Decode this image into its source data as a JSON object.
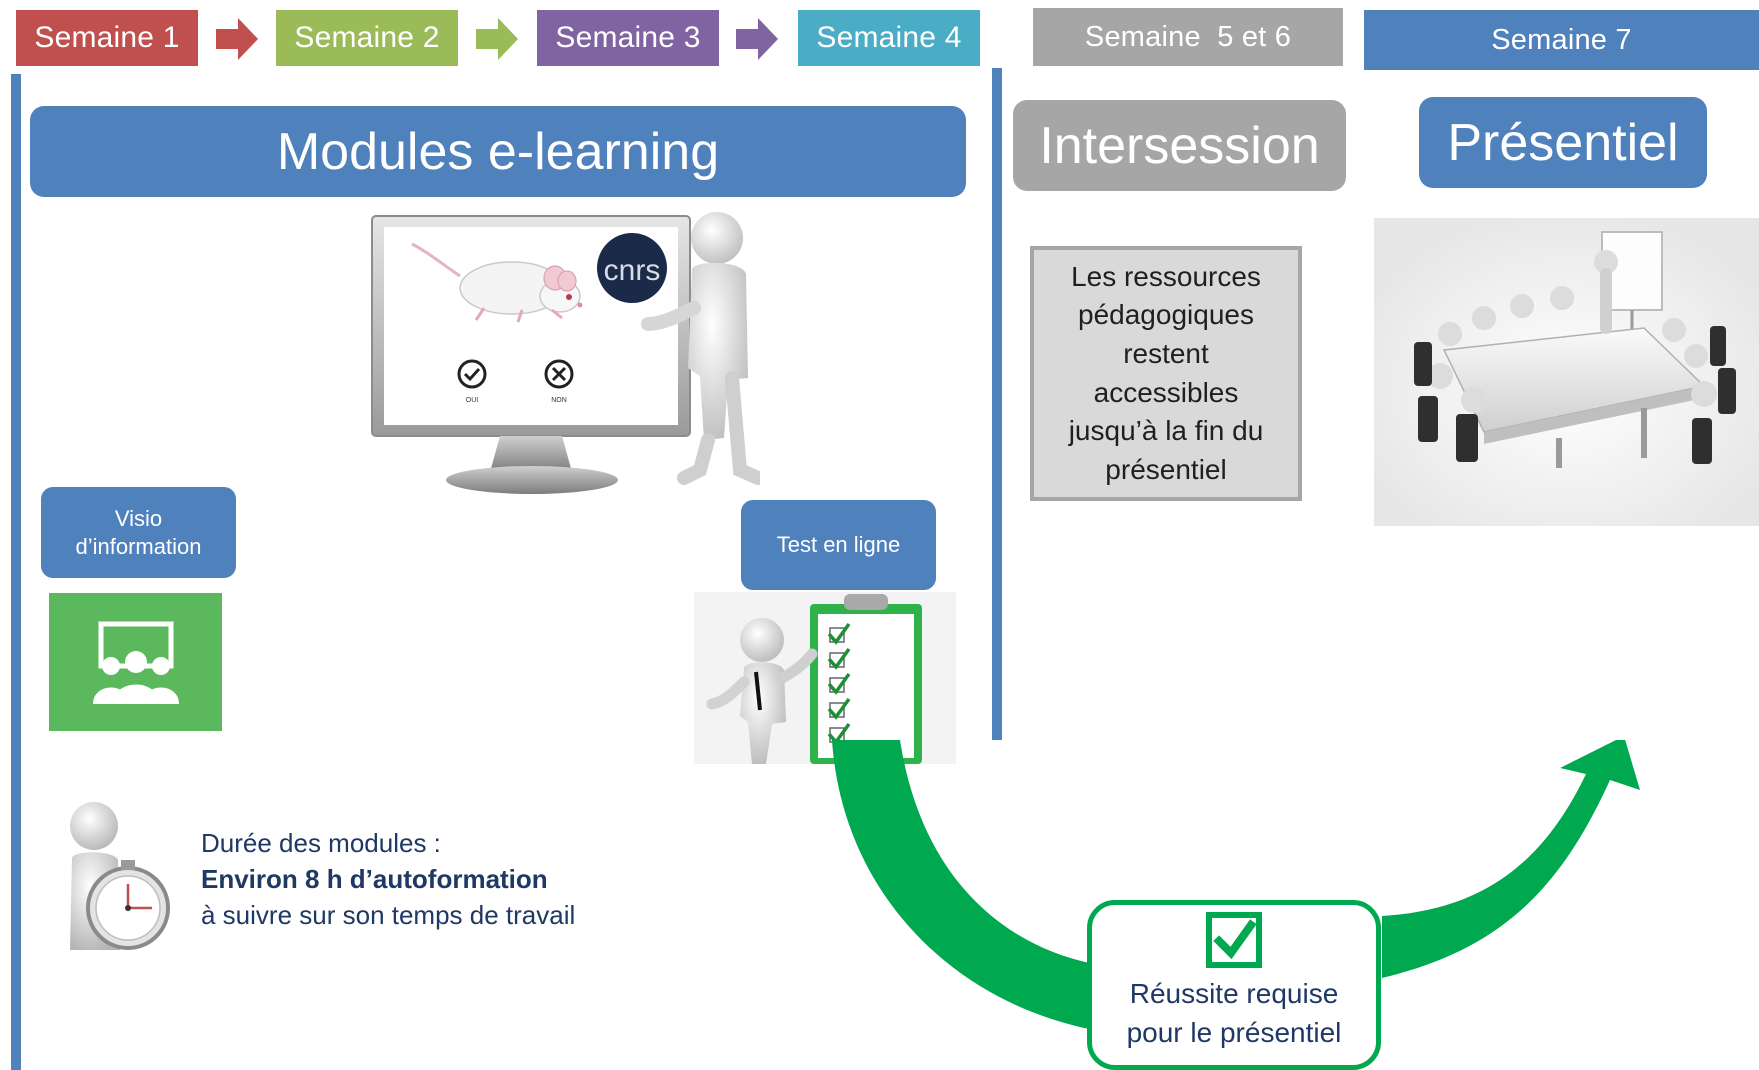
{
  "timeline": {
    "weeks": [
      {
        "label": "Semaine 1",
        "color": "#c0504d"
      },
      {
        "label": "Semaine 2",
        "color": "#9bbb59"
      },
      {
        "label": "Semaine 3",
        "color": "#8064a2"
      },
      {
        "label": "Semaine 4",
        "color": "#4bacc6"
      },
      {
        "label": "Semaine  5 et 6",
        "color": "#a6a6a6"
      },
      {
        "label": "Semaine 7",
        "color": "#4f81bd"
      }
    ],
    "arrow_colors": [
      "#c0504d",
      "#9bbb59",
      "#8064a2"
    ]
  },
  "elearning": {
    "title": "Modules e-learning",
    "screen_logo": "cnrs",
    "screen_choices": [
      "OUI",
      "NON"
    ],
    "visio_label": "Visio d’information",
    "test_label": "Test en ligne",
    "visio_icon": "group-presentation-icon",
    "test_icon": "checklist-clipboard-icon",
    "duration": {
      "line1": "Durée des modules :",
      "line2": "Environ 8 h d’autoformation",
      "line3": "à suivre sur son temps de travail"
    }
  },
  "intersession": {
    "title": "Intersession",
    "resources_text": "Les ressources pédagogiques restent accessibles jusqu’à la fin du présentiel"
  },
  "presentiel": {
    "title": "Présentiel",
    "illustration": "meeting-room-icon"
  },
  "success": {
    "line1": "Réussite requise",
    "line2": "pour le présentiel",
    "icon": "checkmark-icon"
  },
  "colors": {
    "blue": "#4f81bd",
    "gray": "#a6a6a6",
    "green": "#00a84f",
    "visio_green": "#5cb85c"
  }
}
